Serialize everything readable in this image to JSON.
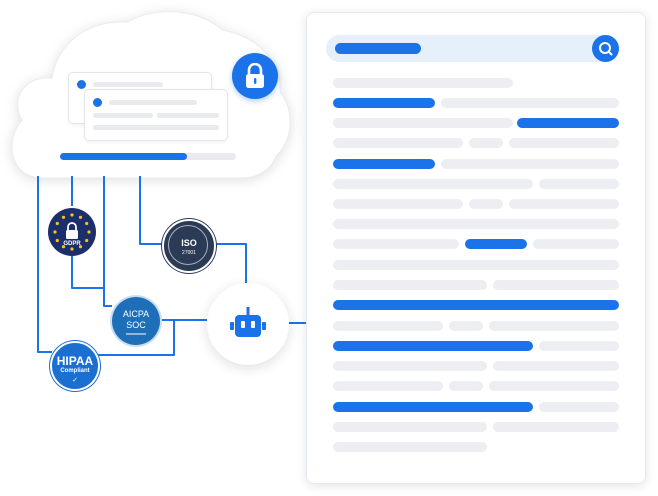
{
  "badges": {
    "gdpr": "GDPR",
    "iso": "ISO",
    "iso_number": "27001",
    "aicpa": "AICPA",
    "soc": "SOC",
    "hipaa": "HIPAA",
    "hipaa_sub": "Compliant"
  },
  "icons": {
    "lock": "lock-icon",
    "search": "search-icon",
    "robot": "robot-icon"
  },
  "colors": {
    "accent": "#1a73e8",
    "placeholder": "#eceef1",
    "cloud": "#ffffff",
    "gdpr": "#1c2f6b",
    "iso": "#2b3a55",
    "aicpa": "#1e6fb8",
    "hipaa": "#1a6fd1"
  },
  "cloud": {
    "progress": 0.72
  }
}
